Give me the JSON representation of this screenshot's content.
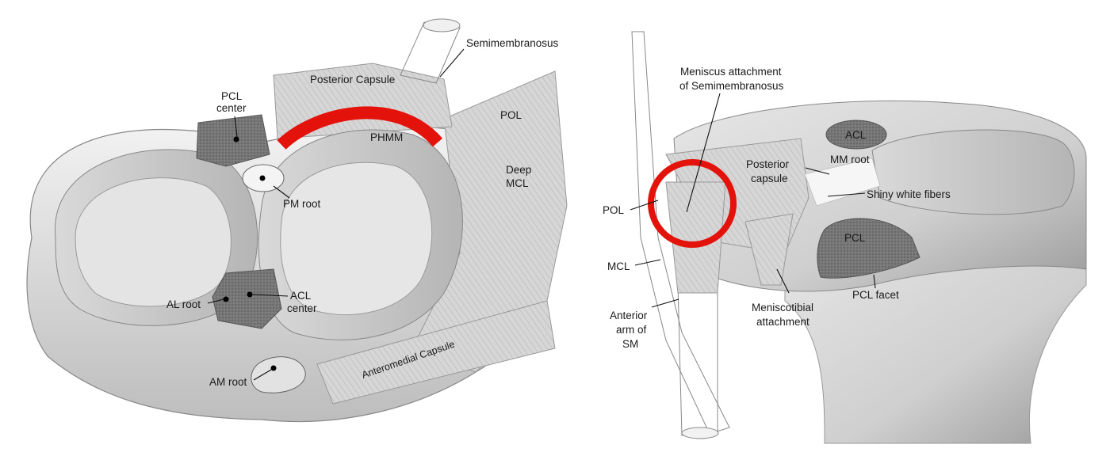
{
  "left_panel": {
    "labels": {
      "semimembranosus": "Semimembranosus",
      "posterior_capsule": "Posterior Capsule",
      "pcl_center_1": "PCL",
      "pcl_center_2": "center",
      "phmm": "PHMM",
      "pol": "POL",
      "deep_mcl_1": "Deep",
      "deep_mcl_2": "MCL",
      "pm_root": "PM root",
      "al_root": "AL root",
      "acl_center_1": "ACL",
      "acl_center_2": "center",
      "am_root": "AM root",
      "anteromedial_capsule": "Anteromedial Capsule"
    }
  },
  "right_panel": {
    "labels": {
      "meniscus_attachment_1": "Meniscus attachment",
      "meniscus_attachment_2": "of Semimembranosus",
      "posterior_capsule_1": "Posterior",
      "posterior_capsule_2": "capsule",
      "acl": "ACL",
      "mm_root": "MM root",
      "shiny_white_fibers": "Shiny white fibers",
      "pol": "POL",
      "pcl": "PCL",
      "mcl": "MCL",
      "pcl_facet": "PCL facet",
      "anterior_arm_1": "Anterior",
      "anterior_arm_2": "arm of",
      "anterior_arm_3": "SM",
      "meniscotibial_1": "Meniscotibial",
      "meniscotibial_2": "attachment"
    }
  },
  "colors": {
    "highlight_red": "#e3120b",
    "bone_light": "#e9e9e9",
    "bone_mid": "#c8c8c8",
    "bone_dark": "#8e8e8e",
    "ligament_stipple": "#6f6f6f"
  }
}
